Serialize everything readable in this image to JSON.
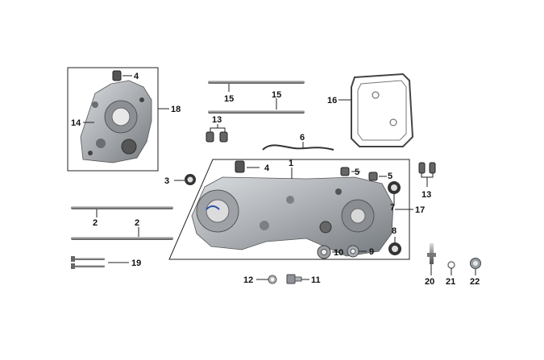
{
  "diagram": {
    "callouts": [
      {
        "id": "c1",
        "text": "1"
      },
      {
        "id": "c2a",
        "text": "2"
      },
      {
        "id": "c2b",
        "text": "2"
      },
      {
        "id": "c3",
        "text": "3"
      },
      {
        "id": "c4a",
        "text": "4"
      },
      {
        "id": "c4b",
        "text": "4"
      },
      {
        "id": "c5a",
        "text": "5"
      },
      {
        "id": "c5b",
        "text": "5"
      },
      {
        "id": "c6",
        "text": "6"
      },
      {
        "id": "c7",
        "text": "7"
      },
      {
        "id": "c8",
        "text": "8"
      },
      {
        "id": "c9",
        "text": "9"
      },
      {
        "id": "c10",
        "text": "10"
      },
      {
        "id": "c11",
        "text": "11"
      },
      {
        "id": "c12",
        "text": "12"
      },
      {
        "id": "c13a",
        "text": "13"
      },
      {
        "id": "c13b",
        "text": "13"
      },
      {
        "id": "c14",
        "text": "14"
      },
      {
        "id": "c15a",
        "text": "15"
      },
      {
        "id": "c15b",
        "text": "15"
      },
      {
        "id": "c16",
        "text": "16"
      },
      {
        "id": "c17",
        "text": "17"
      },
      {
        "id": "c18",
        "text": "18"
      },
      {
        "id": "c19",
        "text": "19"
      },
      {
        "id": "c20",
        "text": "20"
      },
      {
        "id": "c21",
        "text": "21"
      },
      {
        "id": "c22",
        "text": "22"
      }
    ],
    "colors": {
      "line": "#222222",
      "metal": "#b8bcc0",
      "metal_dark": "#6f7478",
      "rubber": "#2b2b2b"
    }
  }
}
